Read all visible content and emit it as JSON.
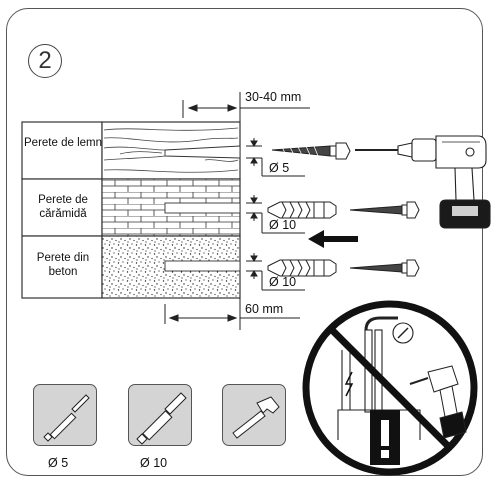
{
  "step": {
    "number": "2"
  },
  "walls": [
    {
      "label": "Perete de lemn"
    },
    {
      "label": "Perete de cărămidă"
    },
    {
      "label": "Perete din beton"
    }
  ],
  "dimensions": {
    "wood_depth": "30-40 mm",
    "concrete_depth": "60 mm",
    "wood_hole": "Ø 5",
    "brick_hole": "Ø 10",
    "concrete_hole": "Ø 10"
  },
  "tools": [
    {
      "icon": "drill-bit-icon",
      "label": "Ø 5"
    },
    {
      "icon": "drill-bit-icon",
      "label": "Ø 10"
    },
    {
      "icon": "hammer-icon",
      "label": ""
    }
  ],
  "warning": {
    "icon": "no-drilling-near-cables-icon"
  }
}
